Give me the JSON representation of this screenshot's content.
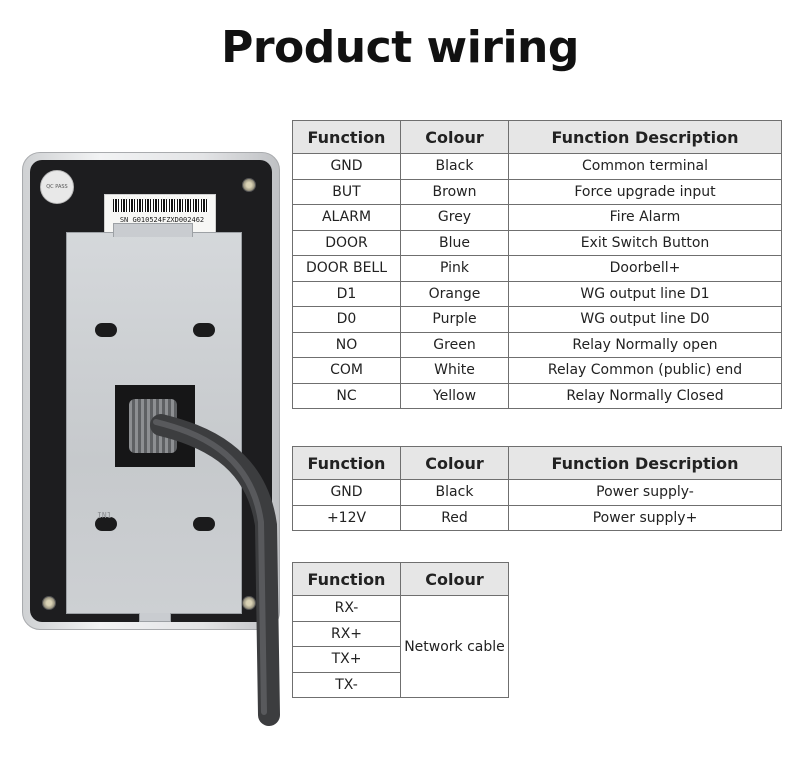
{
  "page": {
    "title": "Product wiring"
  },
  "device": {
    "sticker_serial": "SN G010524FZXD002462",
    "qc_seal_text": "QC PASS",
    "plate_mark": "IN1"
  },
  "table_main": {
    "headers": [
      "Function",
      "Colour",
      "Function Description"
    ],
    "rows": [
      [
        "GND",
        "Black",
        "Common terminal"
      ],
      [
        "BUT",
        "Brown",
        "Force upgrade input"
      ],
      [
        "ALARM",
        "Grey",
        "Fire Alarm"
      ],
      [
        "DOOR",
        "Blue",
        "Exit Switch Button"
      ],
      [
        "DOOR BELL",
        "Pink",
        "Doorbell+"
      ],
      [
        "D1",
        "Orange",
        "WG output line D1"
      ],
      [
        "D0",
        "Purple",
        "WG output line D0"
      ],
      [
        "NO",
        "Green",
        "Relay Normally open"
      ],
      [
        "COM",
        "White",
        "Relay Common (public) end"
      ],
      [
        "NC",
        "Yellow",
        "Relay Normally Closed"
      ]
    ]
  },
  "table_power": {
    "headers": [
      "Function",
      "Colour",
      "Function Description"
    ],
    "rows": [
      [
        "GND",
        "Black",
        "Power supply-"
      ],
      [
        "+12V",
        "Red",
        "Power supply+"
      ]
    ]
  },
  "table_network": {
    "headers": [
      "Function",
      "Colour"
    ],
    "functions": [
      "RX-",
      "RX+",
      "TX+",
      "TX-"
    ],
    "colour": "Network cable"
  }
}
